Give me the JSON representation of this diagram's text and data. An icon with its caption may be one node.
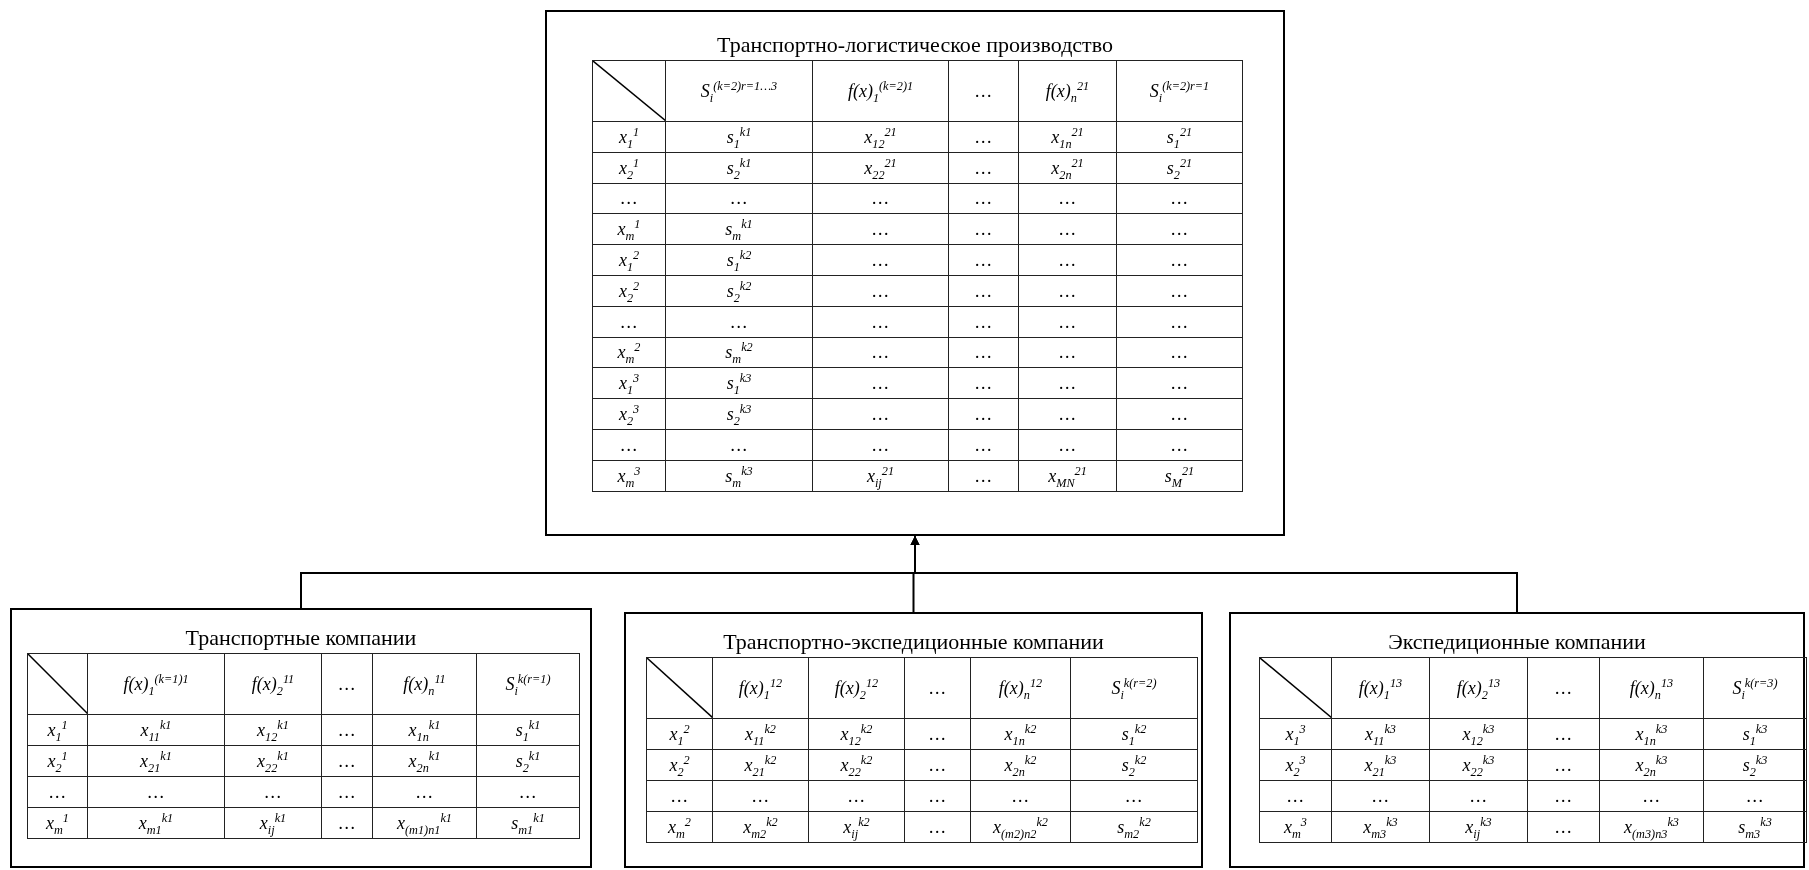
{
  "diagram": {
    "nodes": [
      {
        "text": [
          "Транспортно-логистическое производство",
          "S$_{i}$$^{(k=2)r=1…3}$",
          "f(x)$_{1}$$^{(k=2)1}$",
          "…",
          "f(x)$_{n}$$^{21}$",
          "S$_{i}$$^{(k=2)r=1}$",
          "x$_{1}$$^{1}$",
          "s$_{1}$$^{k1}$",
          "x$_{12}$$^{21}$",
          "…",
          "x$_{1n}$$^{21}$",
          "s$_{1}$$^{21}$",
          "x$_{2}$$^{1}$",
          "s$_{2}$$^{k1}$",
          "x$_{22}$$^{21}$",
          "…",
          "x$_{2n}$$^{21}$",
          "s$_{2}$$^{21}$",
          "…",
          "…",
          "…",
          "…",
          "…",
          "…",
          "x$_{m}$$^{1}$",
          "s$_{m}$$^{k1}$",
          "…",
          "…",
          "…",
          "…",
          "x$_{1}$$^{2}$",
          "s$_{1}$$^{k2}$",
          "…",
          "…",
          "…",
          "…",
          "x$_{2}$$^{2}$",
          "s$_{2}$$^{k2}$",
          "…",
          "…",
          "…",
          "…",
          "…",
          "…",
          "…",
          "…",
          "…",
          "…",
          "x$_{m}$$^{2}$",
          "s$_{m}$$^{k2}$",
          "…",
          "…",
          "…",
          "…",
          "x$_{1}$$^{3}$",
          "s$_{1}$$^{k3}$",
          "…",
          "…",
          "…",
          "…",
          "x$_{2}$$^{3}$",
          "s$_{2}$$^{k3}$",
          "…",
          "…",
          "…",
          "…",
          "…",
          "…",
          "…",
          "…",
          "…",
          "…",
          "x$_{m}$$^{3}$",
          "s$_{m}$$^{k3}$",
          "x$_{ij}$$^{21}$",
          "…",
          "x$_{MN}$$^{21}$",
          "s$_{M}$$^{21}$"
        ]
      },
      {
        "text": [
          "Транспортные компании",
          "f(x)$_{1}$$^{(k=1)1}$",
          "f(x)$_{2}$$^{11}$",
          "…",
          "f(x)$_{n}$$^{11}$",
          "S$_{i}$$^{k(r=1)}$",
          "x$_{1}$$^{1}$",
          "x$_{11}$$^{k1}$",
          "x$_{12}$$^{k1}$",
          "…",
          "x$_{1n}$$^{k1}$",
          "s$_{1}$$^{k1}$",
          "x$_{2}$$^{1}$",
          "x$_{21}$$^{k1}$",
          "x$_{22}$$^{k1}$",
          "…",
          "x$_{2n}$$^{k1}$",
          "s$_{2}$$^{k1}$",
          "…",
          "…",
          "…",
          "…",
          "…",
          "…",
          "x$_{m}$$^{1}$",
          "x$_{m1}$$^{k1}$",
          "x$_{ij}$$^{k1}$",
          "…",
          "x$_{(m1)n1}$$^{k1}$",
          "s$_{m1}$$^{k1}$"
        ]
      },
      {
        "text": [
          "Транспортно-экспедиционные компании",
          "f(x)$_{1}$$^{12}$",
          "f(x)$_{2}$$^{12}$",
          "…",
          "f(x)$_{n}$$^{12}$",
          "S$_{i}$$^{k(r=2)}$",
          "x$_{1}$$^{2}$",
          "x$_{11}$$^{k2}$",
          "x$_{12}$$^{k2}$",
          "…",
          "x$_{1n}$$^{k2}$",
          "s$_{1}$$^{k2}$",
          "x$_{2}$$^{2}$",
          "x$_{21}$$^{k2}$",
          "x$_{22}$$^{k2}$",
          "…",
          "x$_{2n}$$^{k2}$",
          "s$_{2}$$^{k2}$",
          "…",
          "…",
          "…",
          "…",
          "…",
          "…",
          "x$_{m}$$^{2}$",
          "x$_{m2}$$^{k2}$",
          "x$_{ij}$$^{k2}$",
          "…",
          "x$_{(m2)n2}$$^{k2}$",
          "s$_{m2}$$^{k2}$"
        ]
      },
      {
        "text": [
          "Экспедиционные компании",
          "f(x)$_{1}$$^{13}$",
          "f(x)$_{2}$$^{13}$",
          "…",
          "f(x)$_{n}$$^{13}$",
          "S$_{i}$$^{k(r=3)}$",
          "x$_{1}$$^{3}$",
          "x$_{11}$$^{k3}$",
          "x$_{12}$$^{k3}$",
          "…",
          "x$_{1n}$$^{k3}$",
          "s$_{1}$$^{k3}$",
          "x$_{2}$$^{3}$",
          "x$_{21}$$^{k3}$",
          "x$_{22}$$^{k3}$",
          "…",
          "x$_{2n}$$^{k3}$",
          "s$_{2}$$^{k3}$",
          "…",
          "…",
          "…",
          "…",
          "…",
          "…",
          "x$_{m}$$^{3}$",
          "x$_{m3}$$^{k3}$",
          "x$_{ij}$$^{k3}$",
          "…",
          "x$_{(m3)n3}$$^{k3}$",
          "s$_{m3}$$^{k3}$"
        ]
      }
    ],
    "edges": [
      {
        "from": 1,
        "to": 0,
        "arrow": "to"
      },
      {
        "from": 2,
        "to": 0,
        "arrow": "to"
      },
      {
        "from": 3,
        "to": 0,
        "arrow": "to"
      }
    ]
  }
}
